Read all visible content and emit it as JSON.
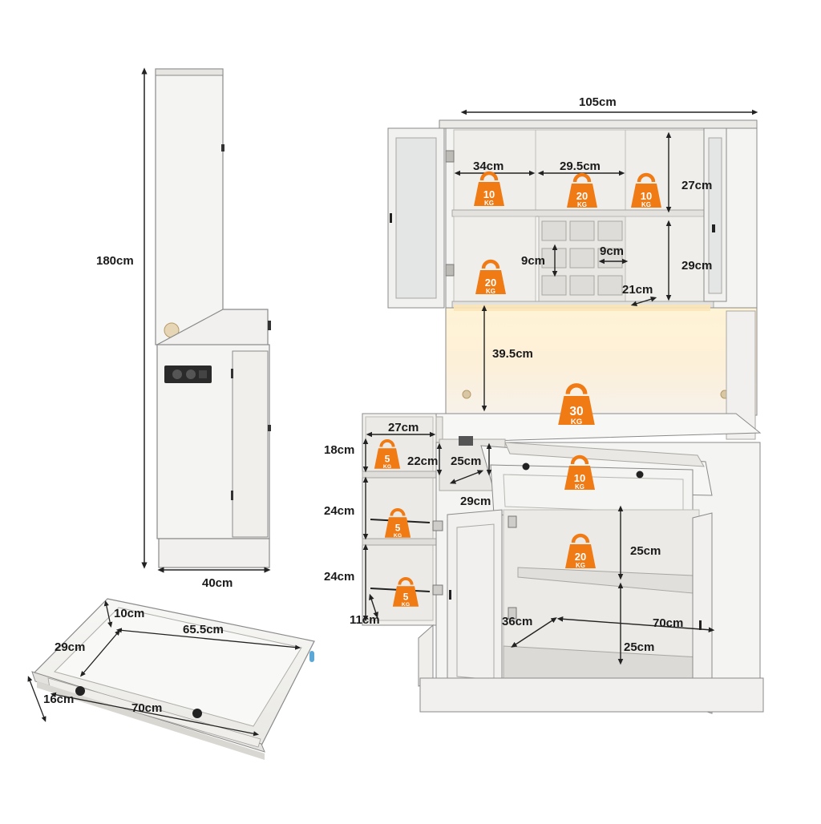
{
  "colors": {
    "background": "#ffffff",
    "furniture": "#f4f4f2",
    "furniture_shade": "#dedcd8",
    "outline": "#8a8a8a",
    "dimension_line": "#222222",
    "weight_badge": "#f07a14",
    "led_glow": "#fbe6b8"
  },
  "icons": {
    "weight_badge": "weight-icon",
    "knob": "knob-icon",
    "socket": "power-socket-icon"
  },
  "side_view": {
    "height": "180cm",
    "depth": "40cm"
  },
  "drawer_view": {
    "side": "10cm",
    "inner_width": "65.5cm",
    "depth": "29cm",
    "height": "16cm",
    "width": "70cm"
  },
  "front_view": {
    "width": "105cm",
    "top_left_shelf_width": "34cm",
    "top_middle_width": "29.5cm",
    "top_right_height": "27cm",
    "wine_cell": "9cm",
    "wine_cell_width": "9cm",
    "lower_right_height": "29cm",
    "lower_right_depth": "21cm",
    "open_shelf_height": "39.5cm",
    "side_shelf_width": "27cm",
    "side_shelf_1_height": "18cm",
    "side_shelf_depth": "22cm",
    "drawer_height": "25cm",
    "drawer_depth": "29cm",
    "side_shelf_2_height": "24cm",
    "side_shelf_3_height": "24cm",
    "side_shelf_lip": "11cm",
    "cabinet_upper_height": "25cm",
    "cabinet_depth": "36cm",
    "cabinet_width": "70cm",
    "cabinet_lower_height": "25cm"
  },
  "weights": {
    "unit": "KG",
    "top_left": "10",
    "top_middle": "20",
    "top_right": "10",
    "lower_left": "20",
    "countertop": "30",
    "drawer": "10",
    "side_1": "5",
    "side_2": "5",
    "side_3": "5",
    "cabinet_shelf": "20"
  }
}
